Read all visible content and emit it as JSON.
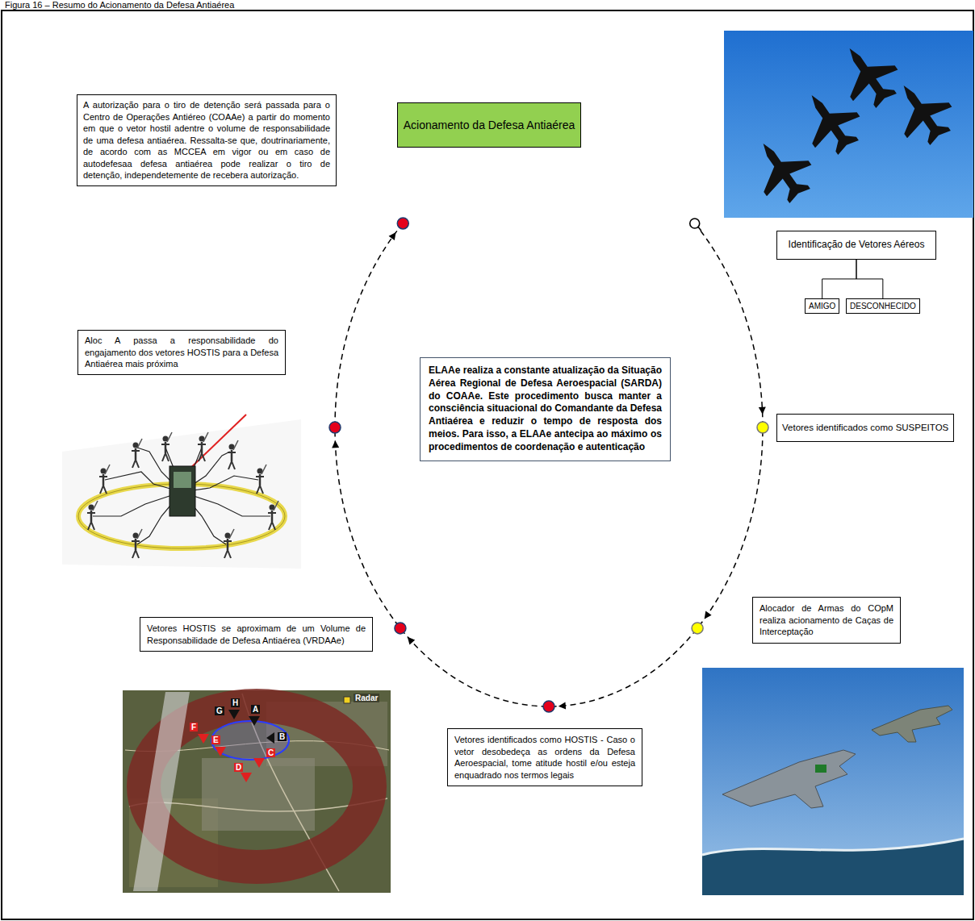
{
  "diagram": {
    "title": "Figura 16 – Resumo do Acionamento da Defesa Antiaérea",
    "nodes": [
      {
        "text": [
          "Acionamento da Defesa Antiaérea"
        ]
      },
      {
        "text": [
          "A autorização para o tiro de detenção será passada para o Centro de Operações Antiéreo (COAAe) a partir do momento em que o vetor hostil adentre o volume de responsabilidade de uma defesa antiaérea. Ressalta-se que, doutrinariamente, de acordo com as MCCEA em vigor ou em caso de autodefesaa defesa antiaérea pode realizar o tiro de detenção, independetemente de recebera autorização."
        ]
      },
      {
        "text": [
          "Identificação de Vetores Aéreos"
        ]
      },
      {
        "text": [
          "AMIGO"
        ]
      },
      {
        "text": [
          "DESCONHECIDO"
        ]
      },
      {
        "text": [
          "Vetores identificados como SUSPEITOS"
        ]
      },
      {
        "text": [
          "ELAAe realiza a constante atualização da Situação Aérea Regional de Defesa Aeroespacial (SARDA) do COAAe. Este procedimento busca manter a consciência situacional do Comandante da Defesa Antiaérea e reduzir o tempo de resposta dos meios. Para isso, a ELAAe antecipa ao máximo os procedimentos de coordenação e autenticação"
        ]
      },
      {
        "text": [
          "Aloc A passa a responsabilidade do engajamento dos vetores HOSTIS para a Defesa Antiaérea mais próxima"
        ]
      },
      {
        "text": [
          "Alocador de Armas do COpM realiza acionamento de Caças de Interceptação"
        ]
      },
      {
        "text": [
          "Vetores HOSTIS se aproximam de um Volume de Responsabilidade de Defesa Antiaérea (VRDAAe)"
        ]
      },
      {
        "text": [
          "Vetores identificados como HOSTIS - Caso o vetor desobedeça as ordens da Defesa Aeroespacial, tome atitude hostil e/ou esteja enquadrado nos termos legais"
        ]
      }
    ],
    "edges": [
      {
        "from": 2,
        "to": 3,
        "arrow": "none"
      },
      {
        "from": 2,
        "to": 4,
        "arrow": "none"
      }
    ],
    "labels": [
      "Radar",
      "H",
      "G",
      "A",
      "F",
      "B",
      "E",
      "C",
      "D"
    ]
  }
}
